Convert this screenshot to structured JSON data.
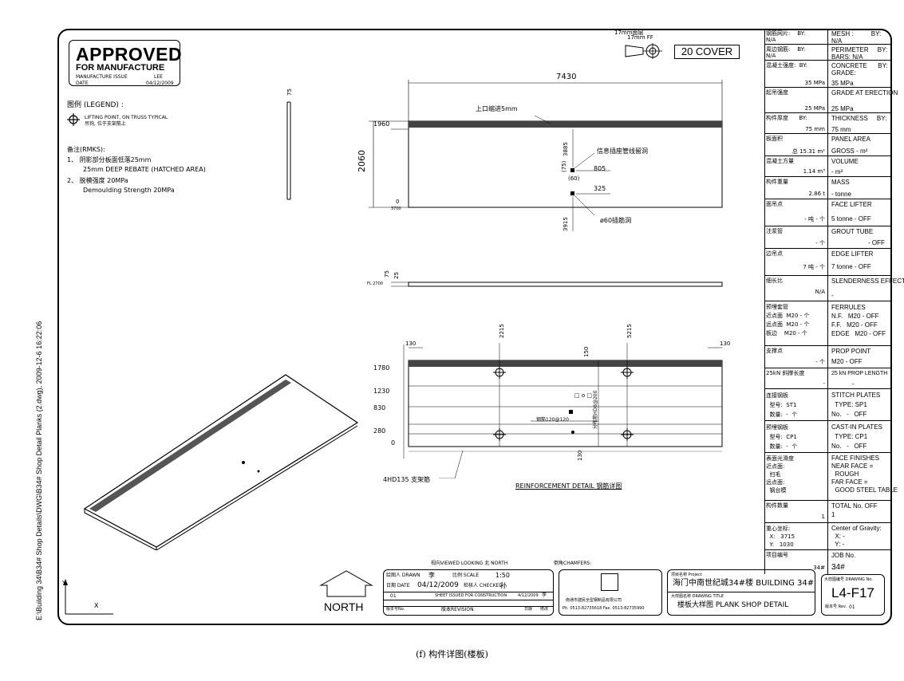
{
  "side_path": "E:\\Building 34\\B34# Shop Details\\DWG\\B34# Shop Detail Planks (2.dwg), 2009-12-6 16:22:06",
  "caption": "(f) 构件详图(楼板)",
  "approved": {
    "title": "APPROVED",
    "subtitle": "FOR MANUFACTURE",
    "issue_label": "MANUFACTURE ISSUE",
    "issue_by": "LEE",
    "date_label": "DATE",
    "date_value": "04/12/2009"
  },
  "legend": {
    "title": "图例 (LEGEND) :",
    "lifting_en": "LIFTING POINT, ON TRUSS TYPICAL",
    "lifting_cn": "吊钩, 位于支架筋上",
    "remarks_title": "备注(RMKS):",
    "r1_cn": "1、 阴影部分板面低落25mm",
    "r1_en": "25mm DEEP REBATE (HATCHED AREA)",
    "r2_cn": "2、 脱模强度 20MPa",
    "r2_en": "Demoulding Strength 20MPa"
  },
  "cover": {
    "ff_label": "17mm FF",
    "ff_cn": "17mm面层",
    "cover_label": "20 COVER"
  },
  "plan": {
    "length": "7430",
    "height": "2060",
    "top_note": "上口缩进5mm",
    "dim_1960": "1960",
    "dim_0": "0",
    "dim_3885": "3885",
    "hole_note": "信息插座管线留洞",
    "dim_805": "805",
    "dim_75": "(75)",
    "dim_60": "(60)",
    "dim_325": "325",
    "dim_3915": "3915",
    "vent_note": "ø60插筋洞",
    "dim_3700": "3700"
  },
  "section": {
    "dim_75": "75",
    "dim_25": "25",
    "level": "FL 2700"
  },
  "rebar": {
    "title": "REINFORCEMENT DETAIL 钢筋详图",
    "dim_2215": "2215",
    "dim_5215": "5215",
    "dim_130_left": "130",
    "dim_130_right": "130",
    "dim_150": "150",
    "dim_1780": "1780",
    "dim_1230": "1230",
    "dim_830": "830",
    "dim_280": "280",
    "dim_0": "0",
    "dim_130_bottom": "130",
    "truss_label": "4HD135 支架筋",
    "note_rebar": "钢筋120@120",
    "note_vert": "分布筋HD8@200",
    "holes": "□ o □"
  },
  "view": {
    "viewed_looking": "视向VIEWED LOOKING 北 NORTH",
    "chamfers": "倒角CHAMFERS:",
    "north": "NORTH",
    "x_axis": "X",
    "y_axis": "Y"
  },
  "titleblock_bottom": {
    "drawn_label": "绘图人 DRAWN",
    "drawn_value": "李",
    "scale_label": "比例 SCALE",
    "scale_value": "1:50",
    "date_label": "日期 DATE",
    "date_value": "04/12/2009",
    "checked_label": "检核人 CHECKED",
    "checked_value": "孙",
    "rev_no": "01",
    "rev_desc": "SHEET ISSUED FOR CONSTRUCTION",
    "rev_date": "4/12/2009",
    "rev_by": "李",
    "rev_no_label": "版本号No.",
    "revision_label": "版本REVISION",
    "rev_date_label": "日期",
    "rev_by_label": "修改",
    "company": "南通市建民全型钢制品有限公司",
    "phone": "Ph. 0513-82735618   Fax. 0513-82735990",
    "project_label": "项目名称 Project",
    "project_value": "海门中南世纪城34#楼  BUILDING 34#",
    "title_label": "大样图名称 DRAWING TITLE",
    "title_value": "楼板大样图   PLANK SHOP DETAIL",
    "dwg_label": "大样图编号 DRAWING No.",
    "dwg_value": "L4-F17",
    "rev_label": "版本号 Rev.",
    "rev_value": "01"
  },
  "sidebar": [
    {
      "left": "钢筋网片:    BY:\nN/A",
      "right": "MESH :          BY:\nN/A"
    },
    {
      "left": "周边钢筋:    BY:\nN/A",
      "right": "PERIMETER     BY:\nBARS: N/A"
    },
    {
      "left": "混凝土强度:  BY:",
      "right": "CONCRETE      BY:\nGRADE:",
      "lv": "35 MPa",
      "rv": "35  MPa"
    },
    {
      "left": "起吊强度",
      "right": "GRADE AT ERECTION",
      "lv": "25 MPa",
      "rv": "25 MPa"
    },
    {
      "left": "构件厚度      BY:",
      "right": "THICKNESS     BY:",
      "lv": "75 mm",
      "rv": "75  mm"
    },
    {
      "left": "板面积",
      "right": "PANEL AREA",
      "lv": "总    15.31 m²",
      "rv": "GROSS -         m²"
    },
    {
      "left": "混凝土方量",
      "right": "VOLUME",
      "lv": "1.14  m³",
      "rv": "-              m³"
    },
    {
      "left": "构件重量",
      "right": "MASS",
      "lv": "2.86 t",
      "rv": "-           tonne"
    },
    {
      "left": "面吊点",
      "right": "FACE LIFTER",
      "lv": "-  吨  -  个",
      "rv": "5  tonne  -  OFF"
    },
    {
      "left": "注浆管",
      "right": "GROUT TUBE",
      "lv": "-  个",
      "rv": "-  OFF"
    },
    {
      "left": "边吊点",
      "right": "EDGE LIFTER",
      "lv": "7 吨  - 个",
      "rv": "7 tonne - OFF"
    },
    {
      "left": "细长比",
      "right": "SLENDERNESS EFFECT",
      "lv": "N/A",
      "rv": "-"
    },
    {
      "left": "预埋套管\n近点面  M20 - 个\n远点面  M20 - 个\n板边    M20 - 个",
      "right": "FERRULES\nN.F.   M20 - OFF\nF.F.   M20 - OFF\nEDGE   M20 - OFF"
    },
    {
      "left": "支撑点",
      "right": "PROP POINT",
      "lv": "-  个",
      "rv": "M20  -  OFF"
    },
    {
      "left": "25kN 斜撑长度",
      "right": "25 kN PROP LENGTH",
      "lv": "-",
      "rv": "-"
    },
    {
      "left": "连接钢板\n  型号:  ST1\n  数量:  -  个",
      "right": "STITCH PLATES\n  TYPE: SP1\nNo.   -   OFF"
    },
    {
      "left": "预埋钢板\n  型号:  CP1\n  数量:  -  个",
      "right": "CAST-IN PLATES\n  TYPE: CP1\nNo.   -   OFF"
    },
    {
      "left": "表面光滑度\n近点面:\n  扫毛\n远点面:\n  钢台模",
      "right": "FACE FINISHES\nNEAR FACE =\n  ROUGH\nFAR FACE =\n  GOOD STEEL TABLE"
    },
    {
      "left": "构件数量",
      "right": "TOTAL No. OFF",
      "lv": "1",
      "rv": "1"
    },
    {
      "left": "重心坐标:\n  X:   3715\n  Y:   1030",
      "right": "Center of Gravity:\n  X: -\n  Y: -"
    },
    {
      "left": "项目编号",
      "right": "JOB No.",
      "lv": "34#",
      "rv": "34#"
    }
  ]
}
